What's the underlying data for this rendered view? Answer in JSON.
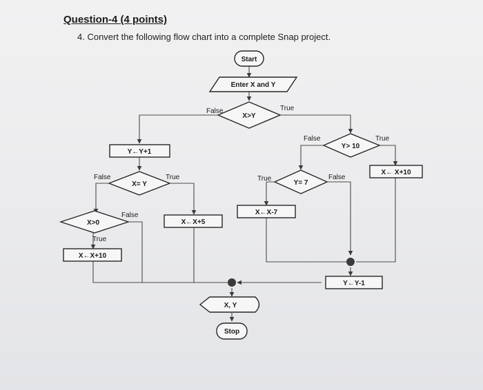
{
  "header": {
    "question_title": "Question-4 (4 points)",
    "instruction": "4. Convert the following flow chart into a complete Snap project."
  },
  "flowchart": {
    "start": "Start",
    "input": "Enter X and Y",
    "cond_x_gt_y": "X>Y",
    "cond_y_gt_10": "Y> 10",
    "cond_y_eq_7": "Y= 7",
    "cond_x_eq_y": "X= Y",
    "cond_x_gt_0": "X>0",
    "proc_y_inc": "Y←Y+1",
    "proc_x_plus_10_right": "X← X+10",
    "proc_x_minus_7": "X←X-7",
    "proc_x_plus_5": "X←X+5",
    "proc_x_plus_10_left": "X←X+10",
    "proc_y_dec": "Y←Y-1",
    "output": "X, Y",
    "stop": "Stop",
    "labels": {
      "false_x_gt_y": "False",
      "true_x_gt_y": "True",
      "false_y_gt_10": "False",
      "true_y_gt_10": "True",
      "true_y_eq_7": "True",
      "false_y_eq_7": "False",
      "false_x_eq_y": "False",
      "true_x_eq_y": "True",
      "false_x_gt_0": "False",
      "true_x_gt_0": "True"
    }
  }
}
